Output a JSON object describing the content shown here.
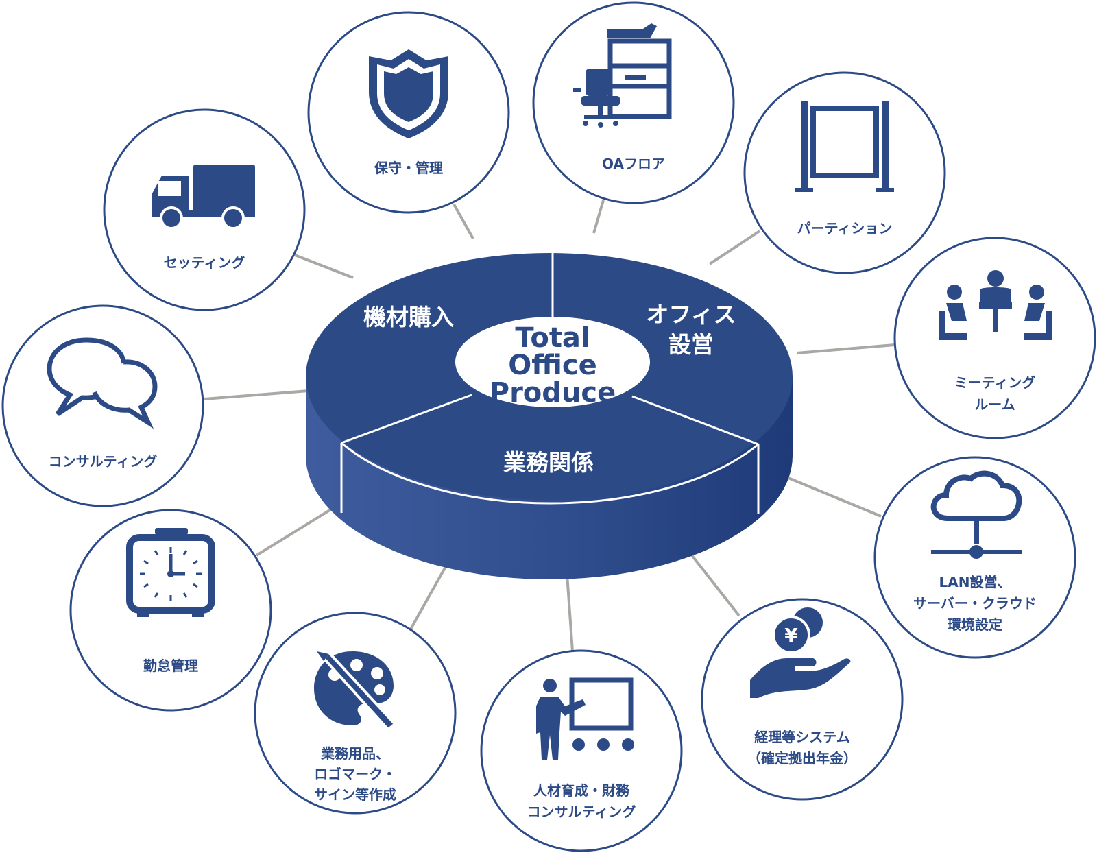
{
  "center": {
    "lines": [
      "Total",
      "Office",
      "Produce"
    ]
  },
  "segments": {
    "equipment": {
      "label": "機材購入"
    },
    "office": {
      "lines": [
        "オフィス",
        "設営"
      ]
    },
    "business": {
      "label": "業務関係"
    }
  },
  "nodes": {
    "setting": {
      "lines": [
        "セッティング"
      ],
      "icon": "truck-icon"
    },
    "maintenance": {
      "lines": [
        "保守・管理"
      ],
      "icon": "shield-icon"
    },
    "oa_floor": {
      "lines": [
        "OAフロア"
      ],
      "icon": "office-equipment-icon"
    },
    "partition": {
      "lines": [
        "パーティション"
      ],
      "icon": "partition-icon"
    },
    "meeting_room": {
      "lines": [
        "ミーティング",
        "ルーム"
      ],
      "icon": "meeting-icon"
    },
    "lan": {
      "lines": [
        "LAN設営、",
        "サーバー・クラウド",
        "環境設定"
      ],
      "icon": "cloud-network-icon"
    },
    "accounting": {
      "lines": [
        "経理等システム",
        "（確定拠出年金）"
      ],
      "icon": "hand-coin-icon"
    },
    "hr": {
      "lines": [
        "人材育成・財務",
        "コンサルティング"
      ],
      "icon": "presentation-icon"
    },
    "supplies": {
      "lines": [
        "業務用品、",
        "ロゴマーク・",
        "サイン等作成"
      ],
      "icon": "palette-icon"
    },
    "attendance": {
      "lines": [
        "勤怠管理"
      ],
      "icon": "clock-icon"
    },
    "consulting": {
      "lines": [
        "コンサルティング"
      ],
      "icon": "speech-bubbles-icon"
    }
  },
  "colors": {
    "navy": "#2c4a86",
    "navy_dark": "#22397a",
    "connector": "#aaa8a4"
  }
}
